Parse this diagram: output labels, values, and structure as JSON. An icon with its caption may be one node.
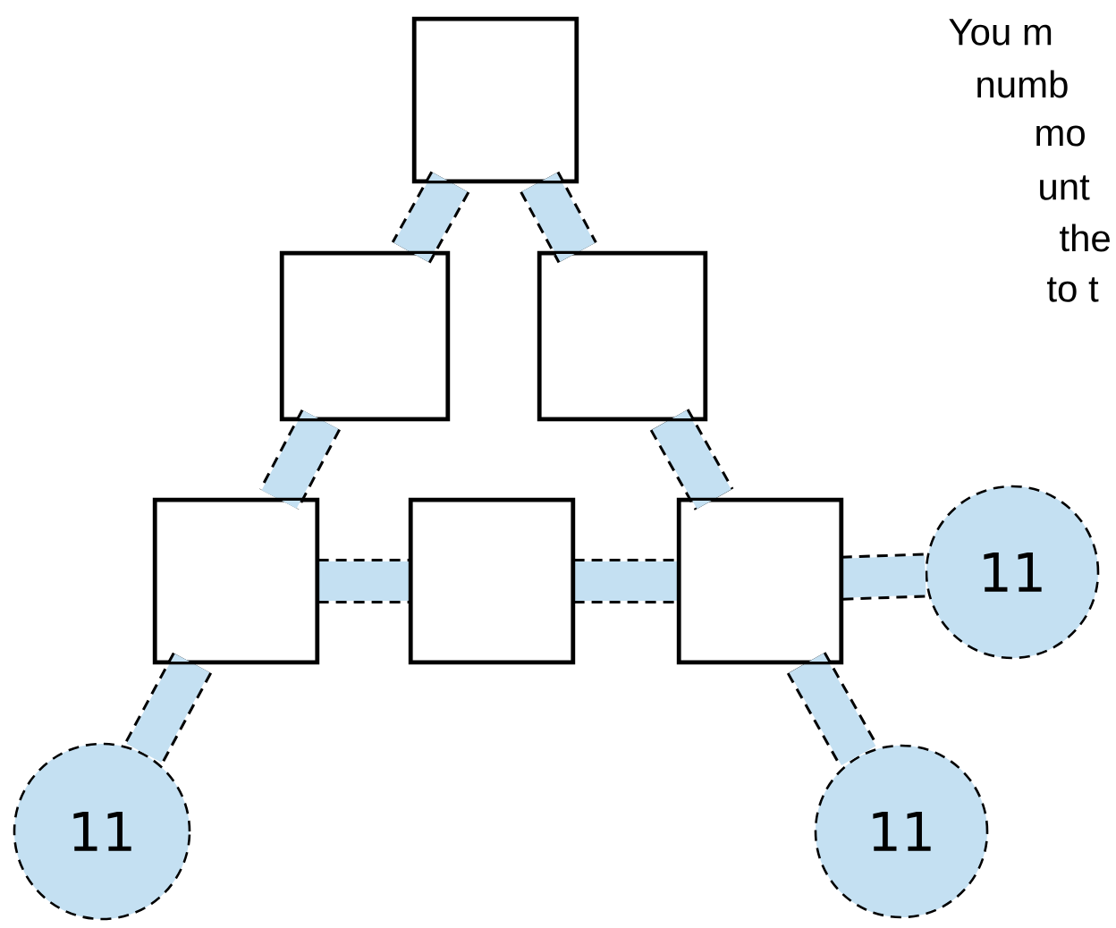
{
  "diagram": {
    "nodes": [
      {
        "text": [],
        "shape": "box"
      },
      {
        "text": [],
        "shape": "box"
      },
      {
        "text": [],
        "shape": "box"
      },
      {
        "text": [],
        "shape": "box"
      },
      {
        "text": [],
        "shape": "box"
      },
      {
        "text": [],
        "shape": "box"
      },
      {
        "text": [
          "11"
        ]
      },
      {
        "text": [
          "11"
        ]
      },
      {
        "text": [
          "11"
        ]
      }
    ],
    "edges": [
      {
        "from": 0,
        "to": 1,
        "arrow": "none"
      },
      {
        "from": 0,
        "to": 2,
        "arrow": "none"
      },
      {
        "from": 1,
        "to": 3,
        "arrow": "none"
      },
      {
        "from": 2,
        "to": 5,
        "arrow": "none"
      },
      {
        "from": 3,
        "to": 4,
        "arrow": "none"
      },
      {
        "from": 4,
        "to": 5,
        "arrow": "none"
      },
      {
        "from": 3,
        "to": 6,
        "arrow": "none"
      },
      {
        "from": 5,
        "to": 7,
        "arrow": "none"
      },
      {
        "from": 5,
        "to": 8,
        "arrow": "none"
      }
    ],
    "labels": [
      "You m",
      "numb",
      "mo",
      "unt",
      "the",
      "to t"
    ]
  }
}
